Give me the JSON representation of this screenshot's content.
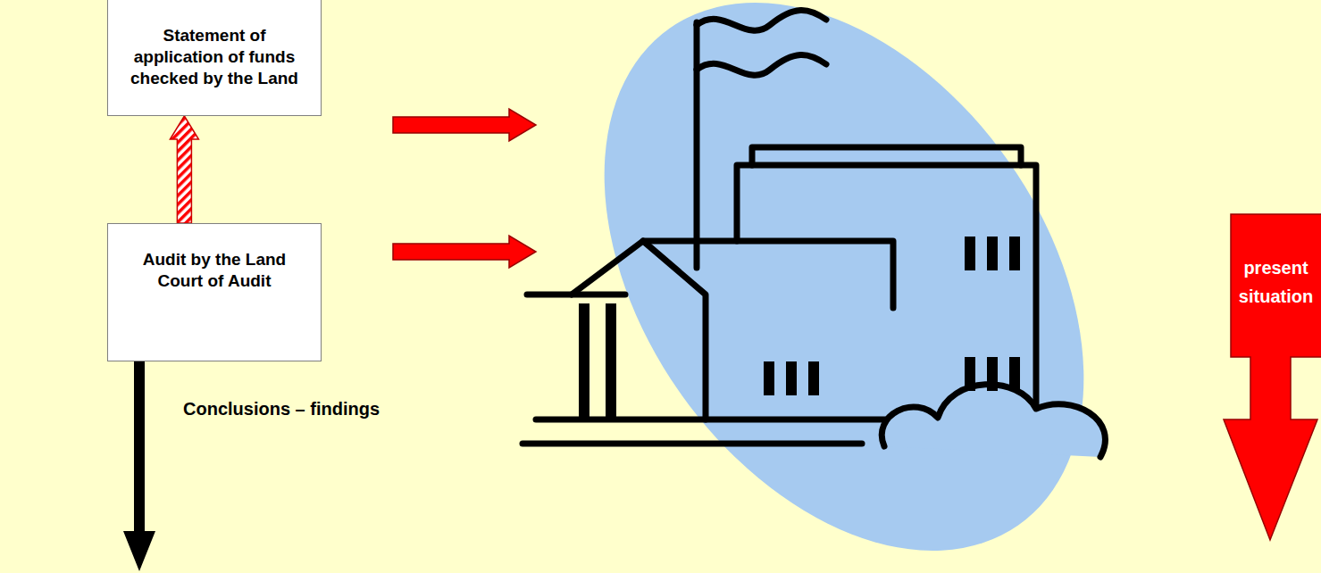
{
  "diagram": {
    "nodes": [
      {
        "text": [
          "Statement of application of funds checked by the Land"
        ]
      },
      {
        "text": [
          "Audit by the Land Court of Audit"
        ]
      },
      {
        "text": [
          "present situation"
        ]
      }
    ],
    "edges": [
      {
        "from": 1,
        "to": 0,
        "arrow": "to"
      }
    ],
    "labels": [
      "Conclusions – findings"
    ]
  }
}
